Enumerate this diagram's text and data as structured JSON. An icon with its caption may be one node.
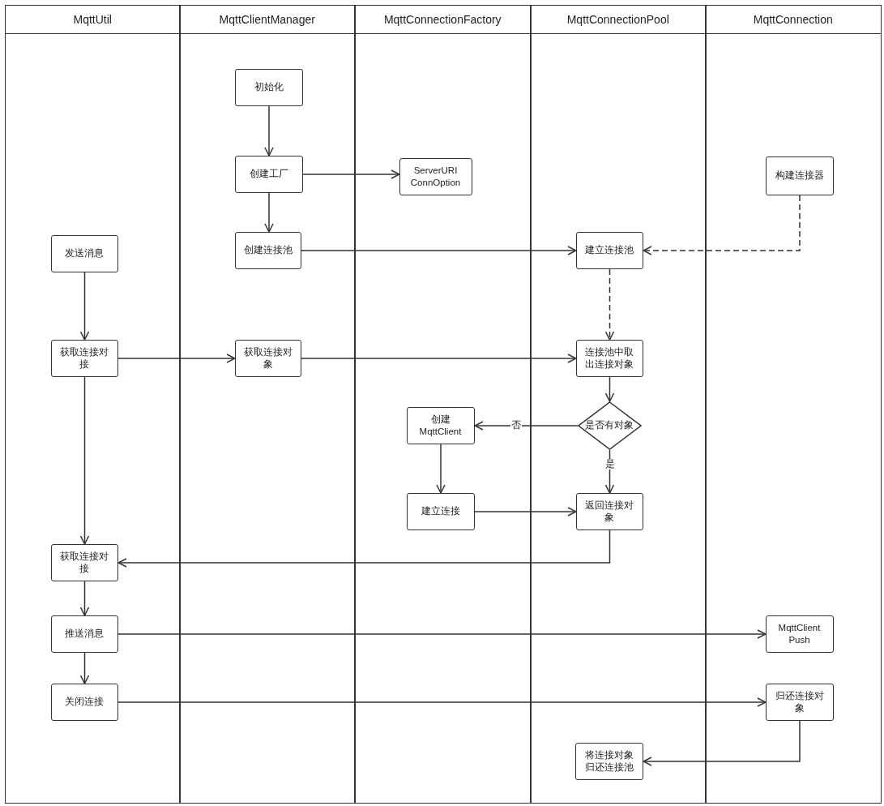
{
  "diagram": {
    "nodes": [
      {
        "text": [
          "MqttUtil"
        ]
      },
      {
        "text": [
          "MqttClientManager"
        ]
      },
      {
        "text": [
          "MqttConnectionFactory"
        ]
      },
      {
        "text": [
          "MqttConnectionPool"
        ]
      },
      {
        "text": [
          "MqttConnection"
        ]
      },
      {
        "text": [
          "初始化"
        ],
        "in": 1
      },
      {
        "text": [
          "创建工厂"
        ],
        "in": 1
      },
      {
        "text": [
          "ServerURI ConnOption"
        ],
        "in": 2
      },
      {
        "text": [
          "构建连接器"
        ],
        "in": 4
      },
      {
        "text": [
          "发送消息"
        ],
        "in": 0
      },
      {
        "text": [
          "创建连接池"
        ],
        "in": 1
      },
      {
        "text": [
          "建立连接池"
        ],
        "in": 3
      },
      {
        "text": [
          "获取连接对接"
        ],
        "in": 0
      },
      {
        "text": [
          "获取连接对象"
        ],
        "in": 1
      },
      {
        "text": [
          "连接池中取出连接对象"
        ],
        "in": 3
      },
      {
        "text": [
          "创建MqttClient"
        ],
        "in": 2
      },
      {
        "text": [
          "是否有对象"
        ],
        "in": 3
      },
      {
        "text": [
          "建立连接"
        ],
        "in": 2
      },
      {
        "text": [
          "返回连接对象"
        ],
        "in": 3
      },
      {
        "text": [
          "获取连接对接"
        ],
        "in": 0
      },
      {
        "text": [
          "推送消息"
        ],
        "in": 0
      },
      {
        "text": [
          "MqttClient Push"
        ],
        "in": 4
      },
      {
        "text": [
          "关闭连接"
        ],
        "in": 0
      },
      {
        "text": [
          "归还连接对象"
        ],
        "in": 4
      },
      {
        "text": [
          "将连接对象归还连接池"
        ],
        "in": 3
      }
    ],
    "edges": [
      {
        "from": 5,
        "to": 6,
        "arrow": "to"
      },
      {
        "from": 6,
        "to": 7,
        "arrow": "to"
      },
      {
        "from": 6,
        "to": 10,
        "arrow": "to"
      },
      {
        "from": 10,
        "to": 11,
        "arrow": "to"
      },
      {
        "from": 8,
        "to": 11,
        "arrow": "to",
        "style": "dashed"
      },
      {
        "from": 11,
        "to": 14,
        "arrow": "to",
        "style": "dashed"
      },
      {
        "from": 9,
        "to": 12,
        "arrow": "to"
      },
      {
        "from": 12,
        "to": 13,
        "arrow": "to"
      },
      {
        "from": 13,
        "to": 14,
        "arrow": "to"
      },
      {
        "from": 14,
        "to": 16,
        "arrow": "to"
      },
      {
        "from": 16,
        "to": 15,
        "arrow": "to",
        "label": "否"
      },
      {
        "from": 16,
        "to": 18,
        "arrow": "to",
        "label": "是"
      },
      {
        "from": 15,
        "to": 17,
        "arrow": "to"
      },
      {
        "from": 17,
        "to": 18,
        "arrow": "to"
      },
      {
        "from": 12,
        "to": 19,
        "arrow": "to"
      },
      {
        "from": 18,
        "to": 19,
        "arrow": "to"
      },
      {
        "from": 19,
        "to": 20,
        "arrow": "to"
      },
      {
        "from": 20,
        "to": 21,
        "arrow": "to"
      },
      {
        "from": 20,
        "to": 22,
        "arrow": "to"
      },
      {
        "from": 22,
        "to": 23,
        "arrow": "to"
      },
      {
        "from": 23,
        "to": 24,
        "arrow": "to"
      }
    ]
  }
}
